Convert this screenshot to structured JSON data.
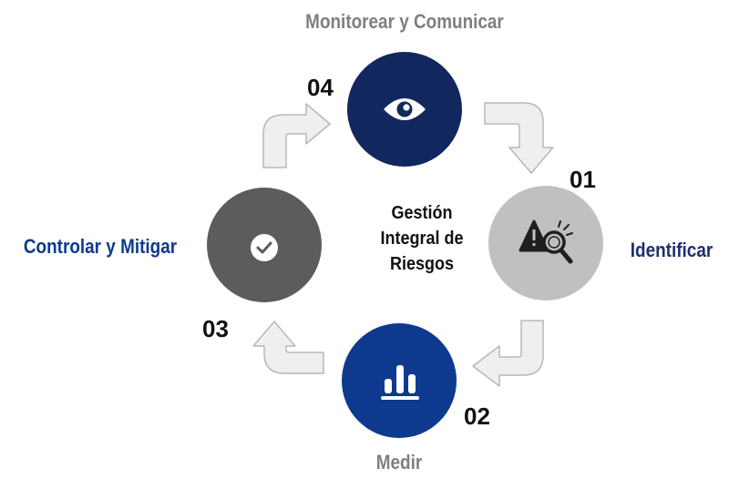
{
  "center": {
    "line1": "Gestión",
    "line2": "Integral de",
    "line3": "Riesgos"
  },
  "steps": [
    {
      "number": "01",
      "label": "Identificar",
      "icon": "warning-magnifier-icon",
      "circle_color": "#c0c0c0",
      "label_color": "#1f2f6b"
    },
    {
      "number": "02",
      "label": "Medir",
      "icon": "bar-chart-icon",
      "circle_color": "#0d3a8f",
      "label_color": "#7f7f7f"
    },
    {
      "number": "03",
      "label": "Controlar y Mitigar",
      "icon": "check-icon",
      "circle_color": "#5c5c5c",
      "label_color": "#0d3a8f"
    },
    {
      "number": "04",
      "label": "Monitorear y Comunicar",
      "icon": "eye-icon",
      "circle_color": "#12275e",
      "label_color": "#7f7f7f"
    }
  ],
  "colors": {
    "arrow_fill": "#efefef",
    "arrow_stroke": "#b8b8b8"
  }
}
